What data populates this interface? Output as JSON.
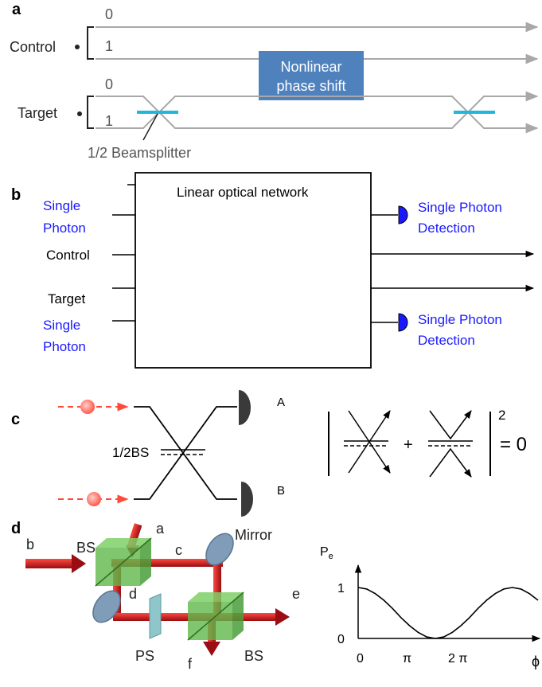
{
  "panel_a": {
    "label": "a",
    "control_label": "Control",
    "target_label": "Target",
    "bit0": "0",
    "bit1": "1",
    "bit0_t": "0",
    "bit1_t": "1",
    "shift_line1": "Nonlinear",
    "shift_line2": "phase shift",
    "beamsplitter_label": "1/2 Beamsplitter",
    "colors": {
      "rail": "#a8a8a8",
      "shift_box": "#4f82bd",
      "bs": "#20b7dd"
    }
  },
  "panel_b": {
    "label": "b",
    "network_title": "Linear optical network",
    "left_labels": {
      "single_photon_1a": "Single",
      "single_photon_1b": "Photon",
      "control": "Control",
      "target": "Target",
      "single_photon_2a": "Single",
      "single_photon_2b": "Photon"
    },
    "right_labels": {
      "detection_1a": "Single Photon",
      "detection_1b": "Detection",
      "detection_2a": "Single Photon",
      "detection_2b": "Detection"
    },
    "colors": {
      "accent": "#1a1aff"
    }
  },
  "panel_c": {
    "label": "c",
    "bs_label": "1/2BS",
    "detector_a": "A",
    "detector_b": "B",
    "plus": "+",
    "exponent": "2",
    "equals": "= 0",
    "colors": {
      "photon": "#ff5a4a",
      "detector": "#3a3a3a"
    }
  },
  "panel_d": {
    "label": "d",
    "labels": {
      "a": "a",
      "b": "b",
      "c": "c",
      "d": "d",
      "e": "e",
      "f": "f",
      "bs1": "BS",
      "bs2": "BS",
      "mirror": "Mirror",
      "ps": "PS"
    },
    "colors": {
      "beam": "#c8161d",
      "cube": "#5fb84a",
      "mirror": "#7f9cb8",
      "ps": "#8fc6c9"
    }
  },
  "chart_data": {
    "type": "line",
    "ylabel": "P",
    "ylabel_sub": "e",
    "xlabel": "ϕ",
    "yticks": [
      "0",
      "1"
    ],
    "xticks": [
      "0",
      "π",
      "2 π"
    ],
    "series": [
      {
        "x": [
          0,
          0.5,
          1,
          1.5,
          2,
          2.5,
          3,
          3.5,
          4,
          4.5,
          5,
          5.5,
          6,
          6.5,
          7,
          7.5,
          8,
          8.5,
          9,
          9.5,
          10,
          10.5
        ],
        "values": [
          1,
          0.97,
          0.88,
          0.75,
          0.59,
          0.41,
          0.25,
          0.12,
          0.03,
          0,
          0.03,
          0.12,
          0.25,
          0.41,
          0.59,
          0.75,
          0.88,
          0.97,
          1,
          0.97,
          0.88,
          0.75
        ]
      }
    ],
    "ylim": [
      0,
      1.3
    ],
    "grid": false
  }
}
